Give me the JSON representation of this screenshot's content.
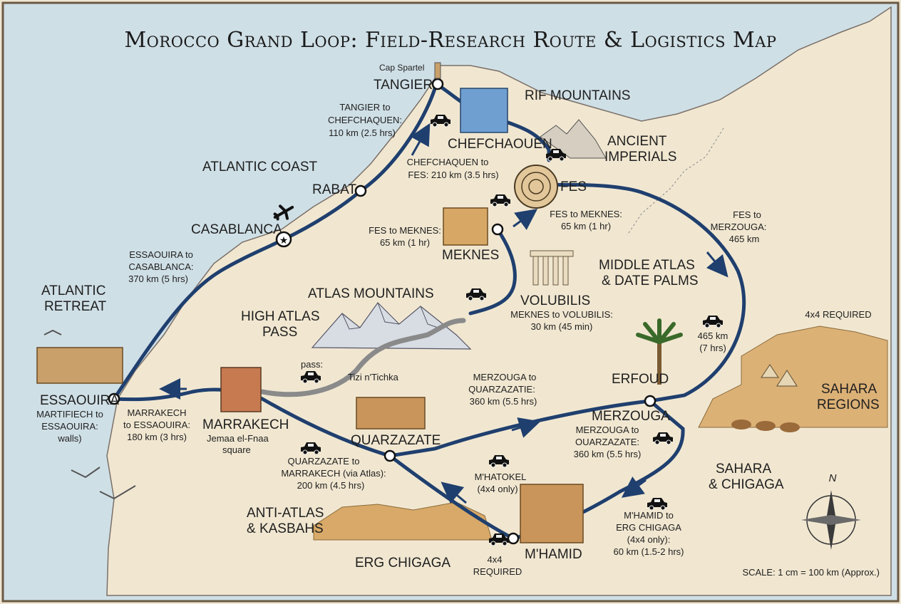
{
  "title": "Morocco Grand Loop: Field-Research Route & Logistics Map",
  "colors": {
    "sea": "#cfdfe6",
    "land": "#f1e7d1",
    "route": "#1f3f6e",
    "frame": "#6b5a44"
  },
  "cities": {
    "cap_spartel": "Cap Spartel",
    "tangier": "TANGIER",
    "chefchaouen": "CHEFCHAOUEN",
    "fes": "FES",
    "rabat": "RABAT",
    "casablanca": "CASABLANCA",
    "meknes": "MEKNES",
    "volubilis": "VOLUBILIS",
    "marrakech": "MARRAKECH",
    "marrakech_sub1": "Jemaa el-Fnaa",
    "marrakech_sub2": "square",
    "essaouira": "ESSAOUIRA",
    "quarzazate": "QUARZAZATE",
    "erfoud": "ERFOUD",
    "merzouga": "MERZOUGA",
    "mhamid": "M'HAMID"
  },
  "regions": {
    "rif": "RIF MOUNTAINS",
    "ancient1": "ANCIENT",
    "ancient2": "IMPERIALS",
    "atlantic_coast": "ATLANTIC COAST",
    "atlantic_retreat1": "ATLANTIC",
    "atlantic_retreat2": "RETREAT",
    "atlas": "ATLAS MOUNTAINS",
    "high_atlas1": "HIGH ATLAS",
    "high_atlas2": "PASS",
    "middle_atlas1": "MIDDLE ATLAS",
    "middle_atlas2": "& DATE PALMS",
    "sahara_regions1": "SAHARA",
    "sahara_regions2": "REGIONS",
    "sahara_chigaga1": "SAHARA",
    "sahara_chigaga2": "& CHIGAGA",
    "anti_atlas1": "ANTI-ATLAS",
    "anti_atlas2": "& KASBAHS",
    "erg_chigaga": "ERG CHIGAGA",
    "tizi": "Tizi n'Tichka",
    "pass": "pass:"
  },
  "labels": {
    "tangier_chef_1": "TANGIER to",
    "tangier_chef_2": "CHEFCHAQUEN:",
    "tangier_chef_3": "110 km (2.5 hrs)",
    "chef_fes_1": "CHEFCHAQUEN to",
    "chef_fes_2": "FES: 210 km (3.5 hrs)",
    "fes_meknes_a1": "FES to MEKNES:",
    "fes_meknes_a2": "65 km (1 hr)",
    "fes_meknes_b1": "FES to MEKNES:",
    "fes_meknes_b2": "65 km (1 hr)",
    "fes_merz_1": "FES to",
    "fes_merz_2": "MERZOUGA:",
    "fes_merz_3": "465 km",
    "meknes_vol_1": "MEKNES to VOLUBILIS:",
    "meknes_vol_2": "30 km (45 min)",
    "four_req": "4x4 REQUIRED",
    "km465_1": "465 km",
    "km465_2": "(7 hrs)",
    "ess_casa_1": "ESSAOUIRA to",
    "ess_casa_2": "CASABLANCA:",
    "ess_casa_3": "370 km (5 hrs)",
    "mar_ess_1": "MARRAKECH",
    "mar_ess_2": "to ESSAOUIRA:",
    "mar_ess_3": "180 km (3 hrs)",
    "mart_1": "MARTIFIECH to",
    "mart_2": "ESSAOUIRA:",
    "mart_3": "walls)",
    "merz_quar_1": "MERZOUGA to",
    "merz_quar_2": "QUARZAZATIE:",
    "merz_quar_3": "360 km (5.5 hrs)",
    "merz_ouar_1": "MERZOUGA to",
    "merz_ouar_2": "OUARZAZATE:",
    "merz_ouar_3": "360 km (5.5 hrs)",
    "quar_mar_1": "QUARZAZATE to",
    "quar_mar_2": "MARRAKECH (via Atlas):",
    "quar_mar_3": "200 km (4.5 hrs)",
    "mhatokel_1": "M'HATOKEL",
    "mhatokel_2": "(4x4 only)",
    "mhamid_erg_1": "M'HAMID to",
    "mhamid_erg_2": "ERG CHIGAGA",
    "mhamid_erg_3": "(4x4 only):",
    "mhamid_erg_4": "60 km (1.5-2 hrs)",
    "req_1": "4x4",
    "req_2": "REQUIRED",
    "compass_n": "N",
    "scale": "SCALE: 1 cm = 100 km (Approx.)"
  },
  "icons": [
    "airplane-icon",
    "car-icon",
    "compass-rose-icon",
    "camel-icon",
    "palm-tree-icon",
    "bird-icon",
    "tent-icon",
    "lighthouse-icon"
  ]
}
